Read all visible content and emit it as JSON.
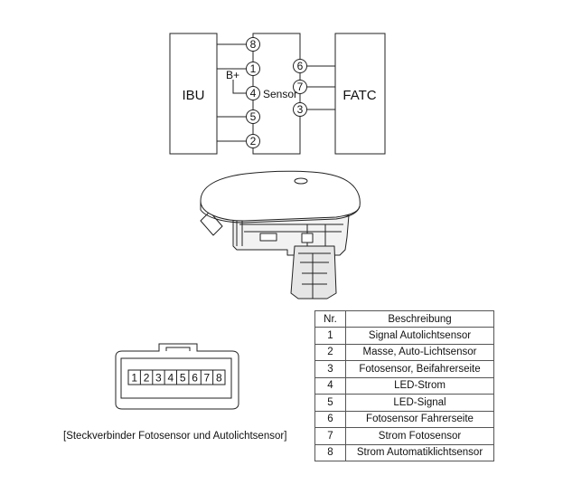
{
  "schematic": {
    "ibu_label": "IBU",
    "sensor_label": "Sensor",
    "fatc_label": "FATC",
    "bplus_label": "B+",
    "ibu_pins": [
      "8",
      "1",
      "4",
      "5",
      "2"
    ],
    "fatc_pins": [
      "6",
      "7",
      "3"
    ]
  },
  "connector": {
    "pins": [
      "1",
      "2",
      "3",
      "4",
      "5",
      "6",
      "7",
      "8"
    ],
    "caption": "[Steckverbinder Fotosensor und Autolichtsensor]"
  },
  "table": {
    "header_nr": "Nr.",
    "header_desc": "Beschreibung",
    "rows": [
      {
        "nr": "1",
        "desc": "Signal Autolichtsensor"
      },
      {
        "nr": "2",
        "desc": "Masse, Auto-Lichtsensor"
      },
      {
        "nr": "3",
        "desc": "Fotosensor, Beifahrerseite"
      },
      {
        "nr": "4",
        "desc": "LED-Strom"
      },
      {
        "nr": "5",
        "desc": "LED-Signal"
      },
      {
        "nr": "6",
        "desc": "Fotosensor Fahrerseite"
      },
      {
        "nr": "7",
        "desc": "Strom Fotosensor"
      },
      {
        "nr": "8",
        "desc": "Strom Automatiklichtsensor"
      }
    ]
  }
}
